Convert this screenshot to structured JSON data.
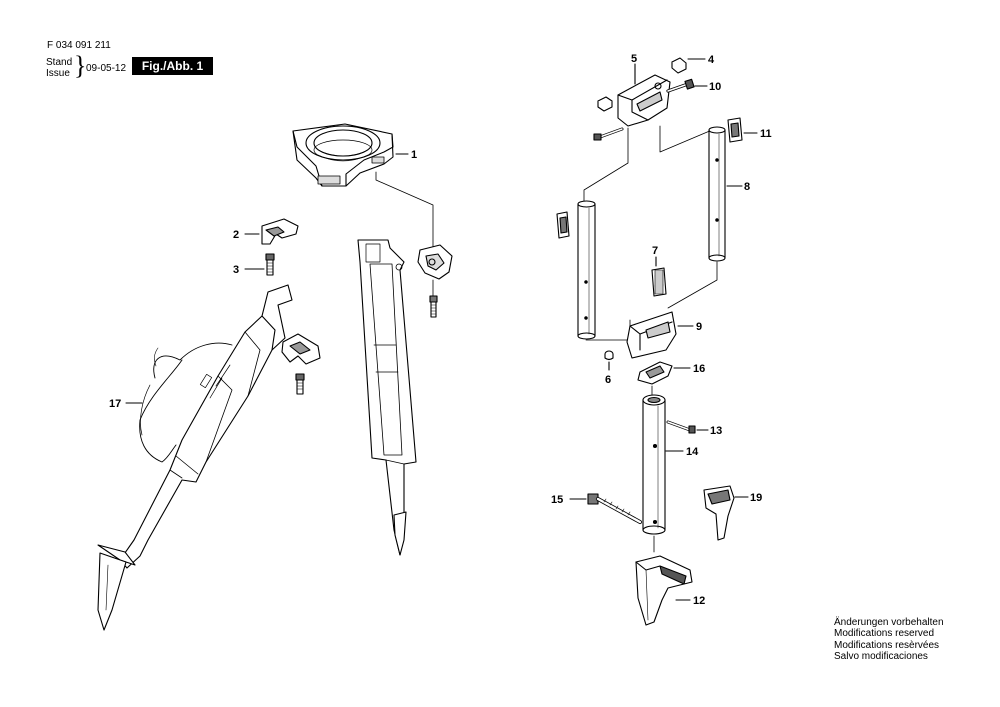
{
  "header": {
    "doc_number": "F 034 091 211",
    "stand_label": "Stand",
    "issue_label": "Issue",
    "issue_date": "09-05-12",
    "fig_badge": "Fig./Abb. 1"
  },
  "notes": [
    "Änderungen vorbehalten",
    "Modifications reserved",
    "Modifications resèrvées",
    "Salvo modificaciones"
  ],
  "callouts": {
    "c1": "1",
    "c2": "2",
    "c3": "3",
    "c4": "4",
    "c5": "5",
    "c6": "6",
    "c7": "7",
    "c8": "8",
    "c9": "9",
    "c10": "10",
    "c11": "11",
    "c12": "12",
    "c13": "13",
    "c14": "14",
    "c15": "15",
    "c16": "16",
    "c17": "17",
    "c19": "19"
  }
}
